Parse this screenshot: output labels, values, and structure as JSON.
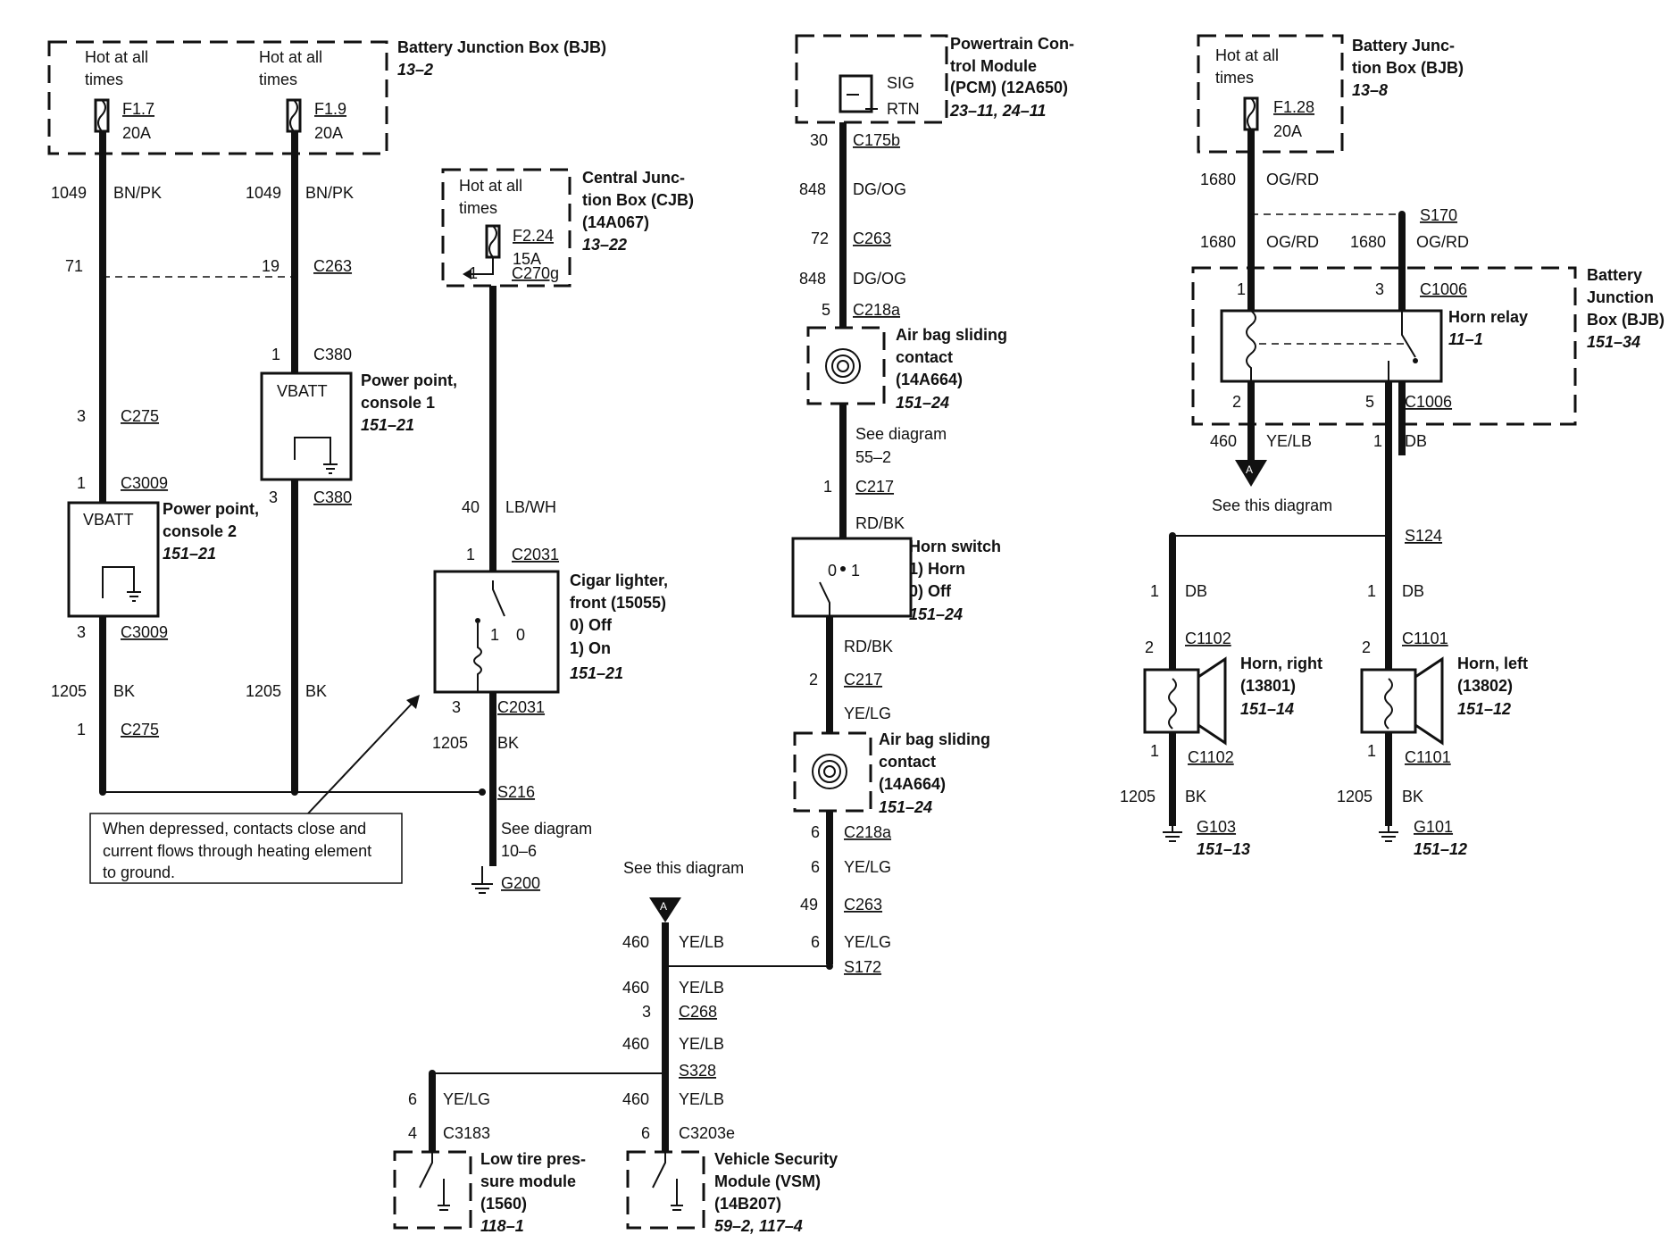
{
  "bjb_left": {
    "title": "Battery Junction Box (BJB)",
    "ref": "13–2",
    "hot1_a": "Hot at all",
    "hot1_b": "times",
    "hot2_a": "Hot at all",
    "hot2_b": "times",
    "f1_name": "F1.7",
    "f1_amps": "20A",
    "f2_name": "F1.9",
    "f2_amps": "20A"
  },
  "w_left": {
    "c1049a": "1049",
    "col1": "BN/PK",
    "c1049b": "1049",
    "col2": "BN/PK",
    "p71": "71",
    "p19": "19",
    "c263": "C263",
    "p1_c380": "1",
    "c380": "C380",
    "p3_c275": "3",
    "c275": "C275",
    "p1_c3009": "1",
    "c3009": "C3009",
    "p3_c380b": "3",
    "c380b": "C380",
    "p3_c3009b": "3",
    "c3009b": "C3009",
    "c1205a": "1205",
    "bk1": "BK",
    "c1205b": "1205",
    "bk2": "BK",
    "p1_c275b": "1",
    "c275b": "C275"
  },
  "pp1": {
    "vbatt": "VBATT",
    "title_a": "Power point,",
    "title_b": "console 1",
    "ref": "151–21"
  },
  "pp2": {
    "vbatt": "VBATT",
    "title_a": "Power point,",
    "title_b": "console 2",
    "ref": "151–21"
  },
  "note": {
    "line1": "When depressed, contacts close and",
    "line2": "current flows through heating element",
    "line3": "to ground."
  },
  "cjb": {
    "title_a": "Central Junc-",
    "title_b": "tion Box (CJB)",
    "title_c": "(14A067)",
    "ref": "13–22",
    "hot_a": "Hot at all",
    "hot_b": "times",
    "fuse": "F2.24",
    "amps": "15A",
    "p1": "1",
    "c270g": "C270g",
    "c40": "40",
    "lbwh": "LB/WH",
    "p1b": "1",
    "c2031a": "C2031",
    "p3": "3",
    "c2031b": "C2031",
    "c1205": "1205",
    "bk": "BK",
    "s216": "S216",
    "see": "See diagram",
    "see_ref": "10–6",
    "g200": "G200"
  },
  "lighter": {
    "title_a": "Cigar lighter,",
    "title_b": "front (15055)",
    "opt0": "0)    Off",
    "opt1": "1)    On",
    "ref": "151–21",
    "sw1": "1",
    "sw0": "0"
  },
  "pcm": {
    "title_a": "Powertrain Con-",
    "title_b": "trol Module",
    "title_c": "(PCM) (12A650)",
    "ref": "23–11,  24–11",
    "sig": "SIG",
    "rtn": "RTN",
    "p30": "30",
    "c175b": "C175b",
    "c848a": "848",
    "dgog_a": "DG/OG",
    "p72": "72",
    "c263": "C263",
    "c848b": "848",
    "dgog_b": "DG/OG",
    "p5": "5",
    "c218a": "C218a"
  },
  "airbag1": {
    "title_a": "Air bag sliding",
    "title_b": "contact",
    "title_c": "(14A664)",
    "ref": "151–24"
  },
  "center": {
    "see": "See diagram",
    "see_ref": "55–2",
    "p1_c217": "1",
    "c217a": "C217",
    "rdbk_a": "RD/BK",
    "rdbk_b": "RD/BK",
    "p2_c217": "2",
    "c217b": "C217",
    "yelg_a": "YE/LG",
    "p6_c218a": "6",
    "c218a": "C218a",
    "p6": "6",
    "yelg_b": "YE/LG",
    "p49": "49",
    "c263": "C263",
    "p6b": "6",
    "yelg_c": "YE/LG",
    "s172": "S172"
  },
  "horn_switch": {
    "title": "Horn switch",
    "opt1": "1)      Horn",
    "opt0": "0)      Off",
    "ref": "151–24",
    "sw0": "0",
    "sw1": "1"
  },
  "airbag2": {
    "title_a": "Air bag sliding",
    "title_b": "contact",
    "title_c": "(14A664)",
    "ref": "151–24"
  },
  "bottom": {
    "see_this": "See this diagram",
    "conn_a": "A",
    "c460a": "460",
    "yelb_a": "YE/LB",
    "c460b": "460",
    "yelb_b": "YE/LB",
    "p3": "3",
    "c268": "C268",
    "c460c": "460",
    "yelb_c": "YE/LB",
    "s328": "S328",
    "p6": "6",
    "yelg": "YE/LG",
    "c460d": "460",
    "yelb_d": "YE/LB",
    "p4": "4",
    "c3183": "C3183",
    "p6b": "6",
    "c3203e": "C3203e"
  },
  "tpms": {
    "title_a": "Low tire pres-",
    "title_b": "sure module",
    "title_c": "(1560)",
    "ref": "118–1"
  },
  "vsm": {
    "title_a": "Vehicle Security",
    "title_b": "Module (VSM)",
    "title_c": "(14B207)",
    "ref": "59–2, 117–4"
  },
  "bjb_right": {
    "title_a": "Battery Junc-",
    "title_b": "tion Box (BJB)",
    "ref": "13–8",
    "hot_a": "Hot at all",
    "hot_b": "times",
    "fuse": "F1.28",
    "amps": "20A",
    "c1680a": "1680",
    "ogrd_a": "OG/RD",
    "s170": "S170",
    "c1680b": "1680",
    "ogrd_b": "OG/RD",
    "c1680c": "1680",
    "ogrd_c": "OG/RD"
  },
  "relay": {
    "box_a": "Battery",
    "box_b": "Junction",
    "box_c": "Box (BJB)",
    "box_ref": "151–34",
    "title": "Horn relay",
    "ref": "11–1",
    "p1": "1",
    "p3": "3",
    "c1006a": "C1006",
    "p2": "2",
    "p5": "5",
    "c1006b": "C1006"
  },
  "right_wires": {
    "c460": "460",
    "yelb": "YE/LB",
    "conn_a": "A",
    "see_this": "See this diagram",
    "p1": "1",
    "db": "DB",
    "s124": "S124",
    "p1_l": "1",
    "db_l": "DB",
    "p1_r": "1",
    "db_r": "DB",
    "p2_l": "2",
    "c1102a": "C1102",
    "p2_r": "2",
    "c1101a": "C1101",
    "p1b_l": "1",
    "c1102b": "C1102",
    "p1b_r": "1",
    "c1101b": "C1101",
    "c1205_l": "1205",
    "bk_l": "BK",
    "c1205_r": "1205",
    "bk_r": "BK",
    "g103": "G103",
    "g103_ref": "151–13",
    "g101": "G101",
    "g101_ref": "151–12"
  },
  "horn_right": {
    "title_a": "Horn, right",
    "title_b": "(13801)",
    "ref": "151–14"
  },
  "horn_left": {
    "title_a": "Horn, left",
    "title_b": "(13802)",
    "ref": "151–12"
  }
}
